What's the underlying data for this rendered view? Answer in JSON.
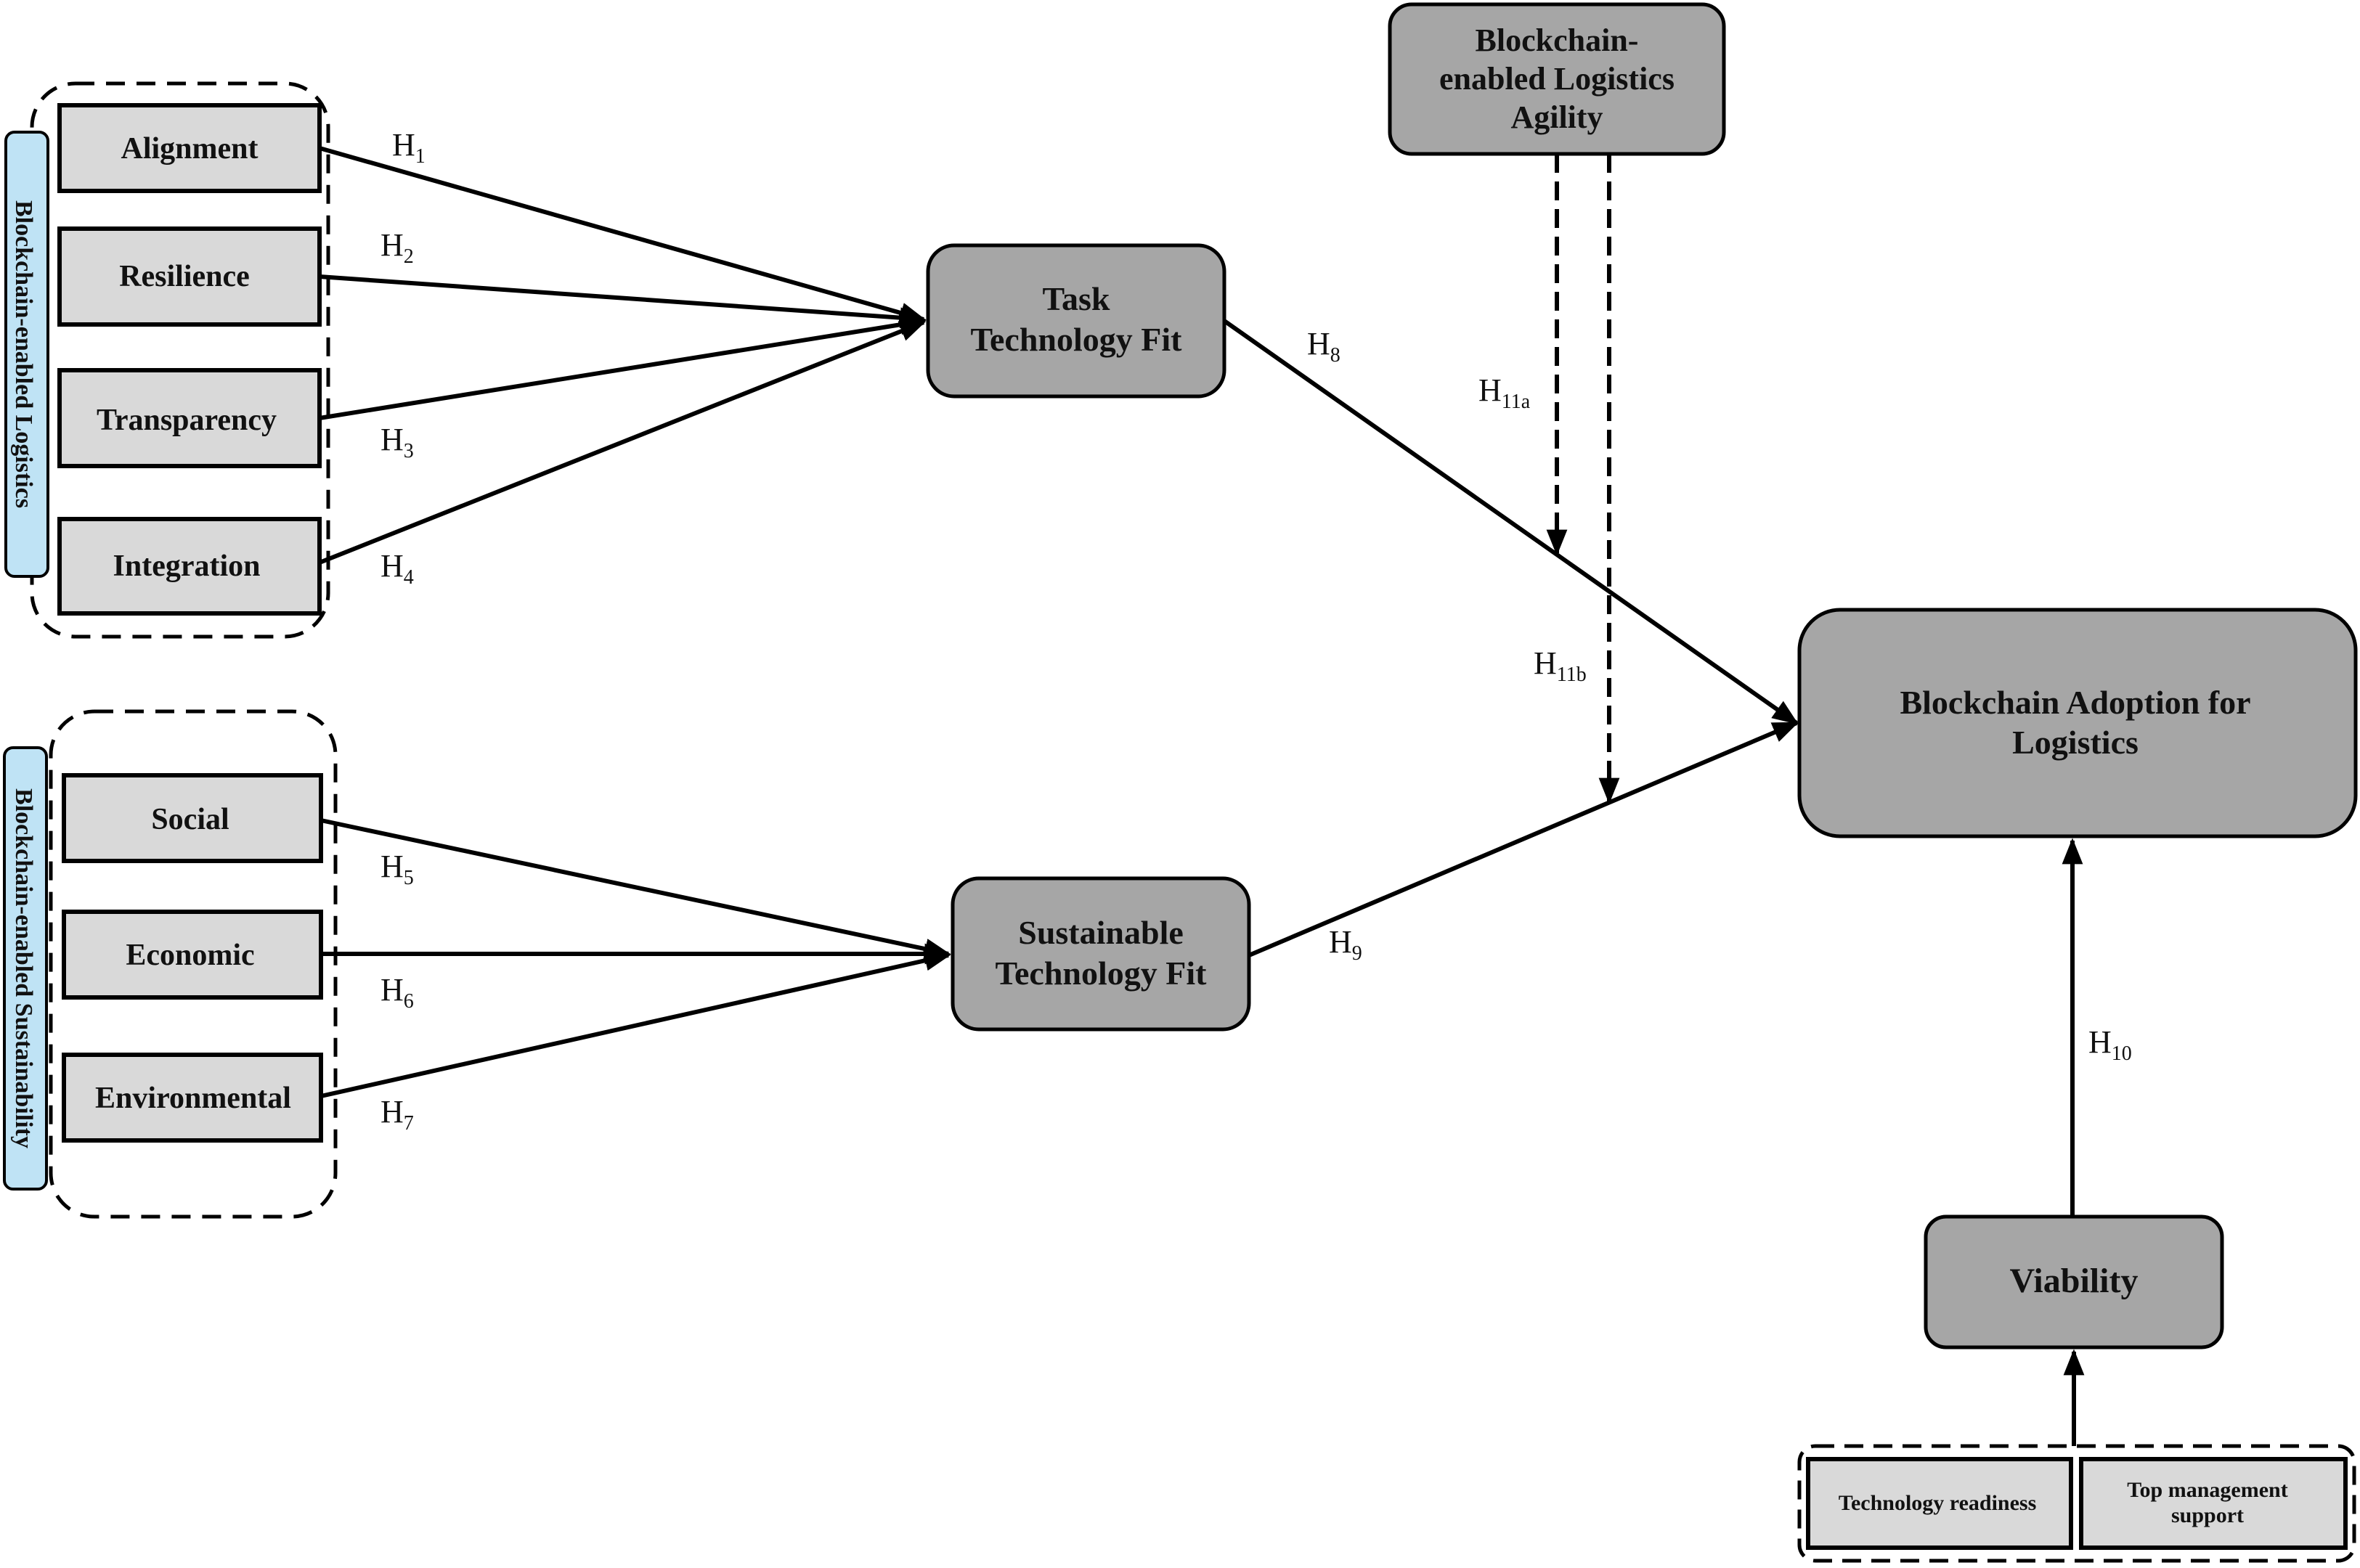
{
  "colors": {
    "light_box": "#d9d9d9",
    "mid_box": "#a6a6a6",
    "side_label": "#bfe3f5",
    "stroke": "#000000"
  },
  "left_groups": {
    "logistics": {
      "label": "Blockchain-enabled Logistics",
      "items": [
        "Alignment",
        "Resilience",
        "Transparency",
        "Integration"
      ]
    },
    "sustainability": {
      "label": "Blockchain-enabled Sustainability",
      "items": [
        "Social",
        "Economic",
        "Environmental"
      ]
    }
  },
  "nodes": {
    "ttf": [
      "Task",
      "Technology Fit"
    ],
    "stf": [
      "Sustainable",
      "Technology Fit"
    ],
    "agility": [
      "Blockchain-",
      "enabled Logistics",
      "Agility"
    ],
    "adoption": [
      "Blockchain Adoption for",
      "Logistics"
    ],
    "viability": "Viability",
    "tech_readiness": "Technology readiness",
    "top_mgmt": [
      "Top management",
      "support"
    ]
  },
  "hypotheses": {
    "h1": {
      "base": "H",
      "sub": "1"
    },
    "h2": {
      "base": "H",
      "sub": "2"
    },
    "h3": {
      "base": "H",
      "sub": "3"
    },
    "h4": {
      "base": "H",
      "sub": "4"
    },
    "h5": {
      "base": "H",
      "sub": "5"
    },
    "h6": {
      "base": "H",
      "sub": "6"
    },
    "h7": {
      "base": "H",
      "sub": "7"
    },
    "h8": {
      "base": "H",
      "sub": "8"
    },
    "h9": {
      "base": "H",
      "sub": "9"
    },
    "h10": {
      "base": "H",
      "sub": "10"
    },
    "h11a": {
      "base": "H",
      "sub": "11a"
    },
    "h11b": {
      "base": "H",
      "sub": "11b"
    }
  }
}
